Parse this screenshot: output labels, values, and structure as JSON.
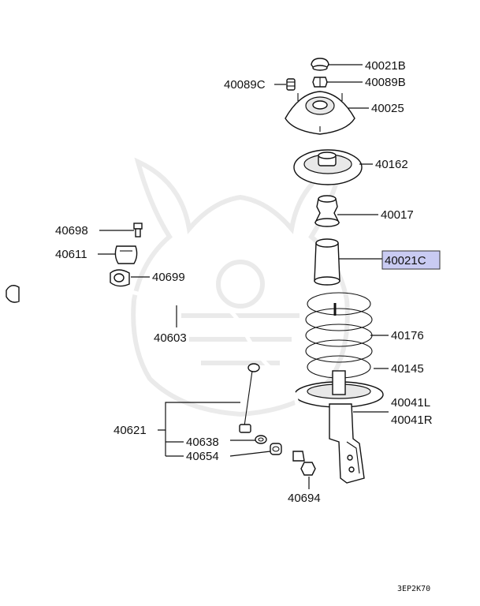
{
  "parts": {
    "p40021B": "40021B",
    "p40089B": "40089B",
    "p40089C": "40089C",
    "p40025": "40025",
    "p40162": "40162",
    "p40017": "40017",
    "p40021C": "40021C",
    "p40176": "40176",
    "p40145": "40145",
    "p40041L": "40041L",
    "p40041R": "40041R",
    "p40698": "40698",
    "p40611": "40611",
    "p40699": "40699",
    "p40603": "40603",
    "p40621": "40621",
    "p40638": "40638",
    "p40654": "40654",
    "p40694": "40694"
  },
  "diagram_code": "3EP2K70",
  "highlight": {
    "part": "40021C",
    "color": "#c9cbf2"
  },
  "watermark": "samurai-helmet-logo"
}
